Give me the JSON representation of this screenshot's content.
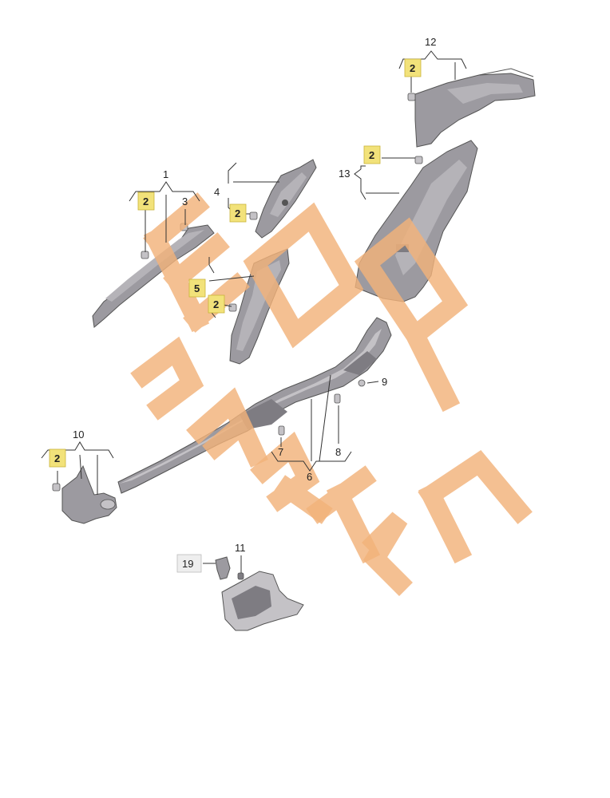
{
  "colors": {
    "background": "#ffffff",
    "part_fill": "#9c9aa0",
    "part_fill_light": "#c4c2c6",
    "part_outline": "#555555",
    "highlight_box": "#f2e27a",
    "watermark": "#f2b27a",
    "label_text": "#222222"
  },
  "callouts": {
    "n1": "1",
    "n2": "2",
    "n3": "3",
    "n4": "4",
    "n5": "5",
    "n6": "6",
    "n7": "7",
    "n8": "8",
    "n9": "9",
    "n10": "10",
    "n11": "11",
    "n12": "12",
    "n13": "13",
    "n19": "19"
  },
  "watermark": {
    "word1": "EOD",
    "word2": "PARTS",
    "icon": "brand-watermark-logo"
  }
}
